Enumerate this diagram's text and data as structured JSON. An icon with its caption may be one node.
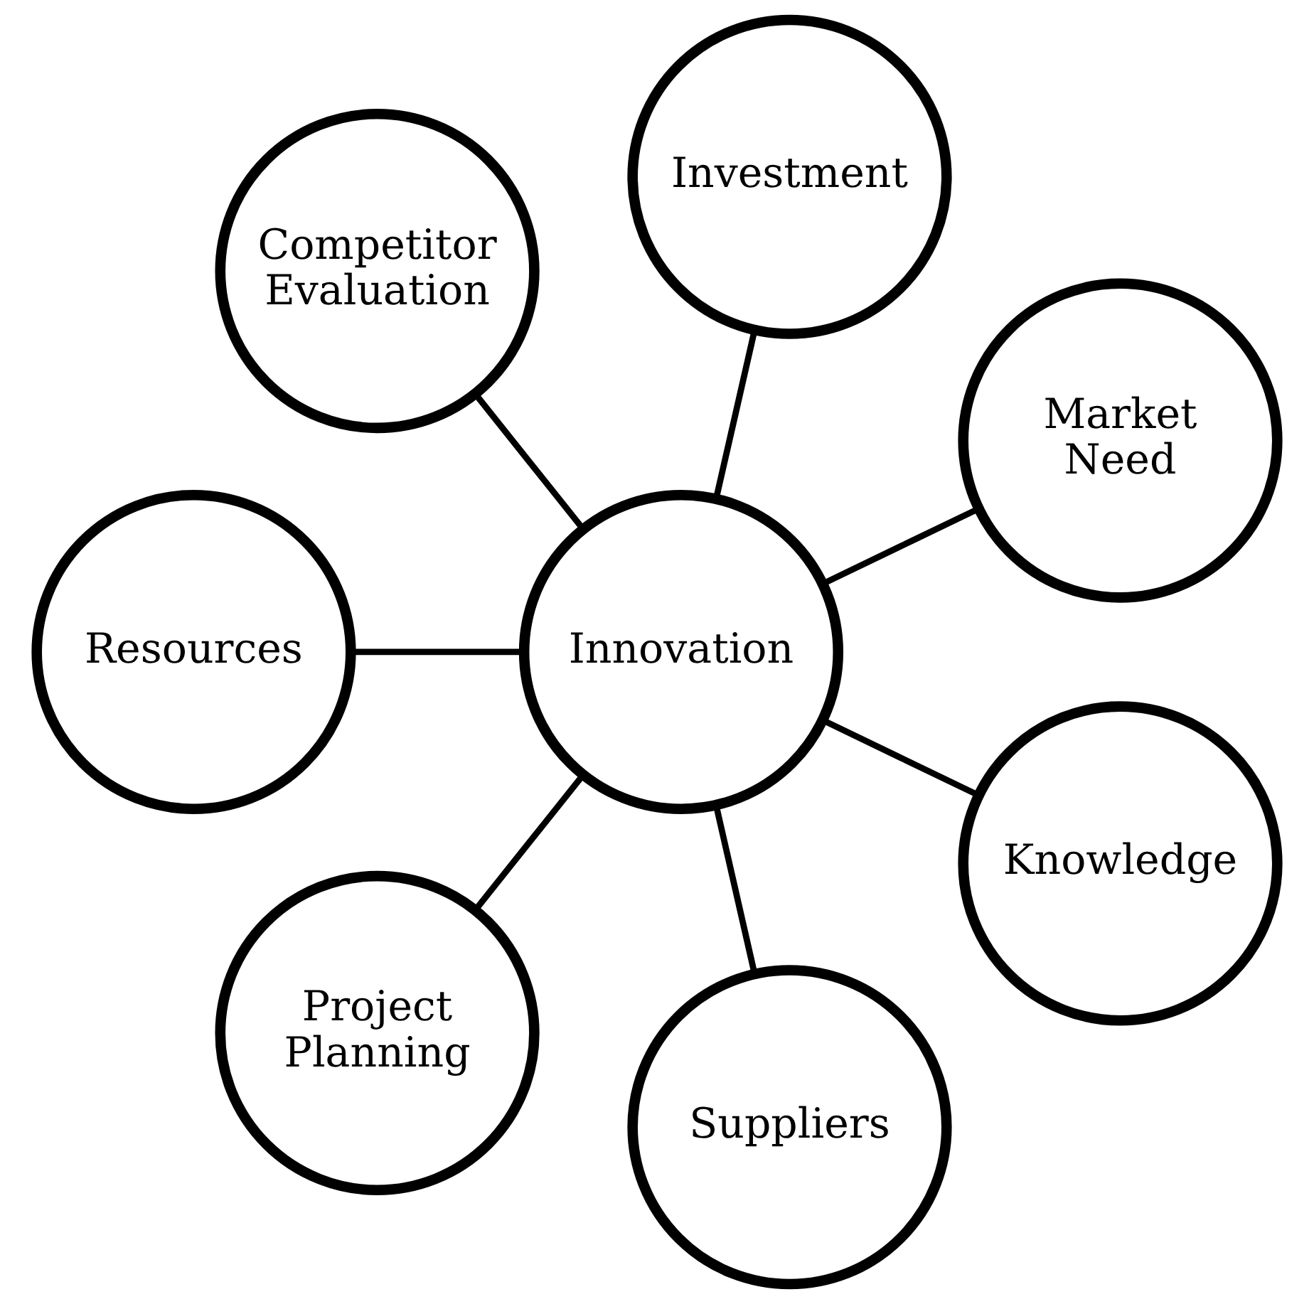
{
  "diagram": {
    "nodes": [
      {
        "text": [
          "Market Need"
        ]
      },
      {
        "text": [
          "Investment"
        ]
      },
      {
        "text": [
          "Competitor Evaluation"
        ]
      },
      {
        "text": [
          "Innovation"
        ]
      },
      {
        "text": [
          "Resources"
        ]
      },
      {
        "text": [
          "Project Planning"
        ]
      },
      {
        "text": [
          "Suppliers"
        ]
      },
      {
        "text": [
          "Knowledge"
        ]
      }
    ],
    "edges": [
      {
        "from": 3,
        "to": 0,
        "arrow": "none"
      },
      {
        "from": 3,
        "to": 2,
        "arrow": "none"
      },
      {
        "from": 3,
        "to": 5,
        "arrow": "none"
      },
      {
        "from": 3,
        "to": 7,
        "arrow": "none"
      },
      {
        "from": 3,
        "to": 6,
        "arrow": "none"
      },
      {
        "from": 3,
        "to": 4,
        "arrow": "none"
      },
      {
        "from": 3,
        "to": 1,
        "arrow": "none"
      }
    ]
  }
}
